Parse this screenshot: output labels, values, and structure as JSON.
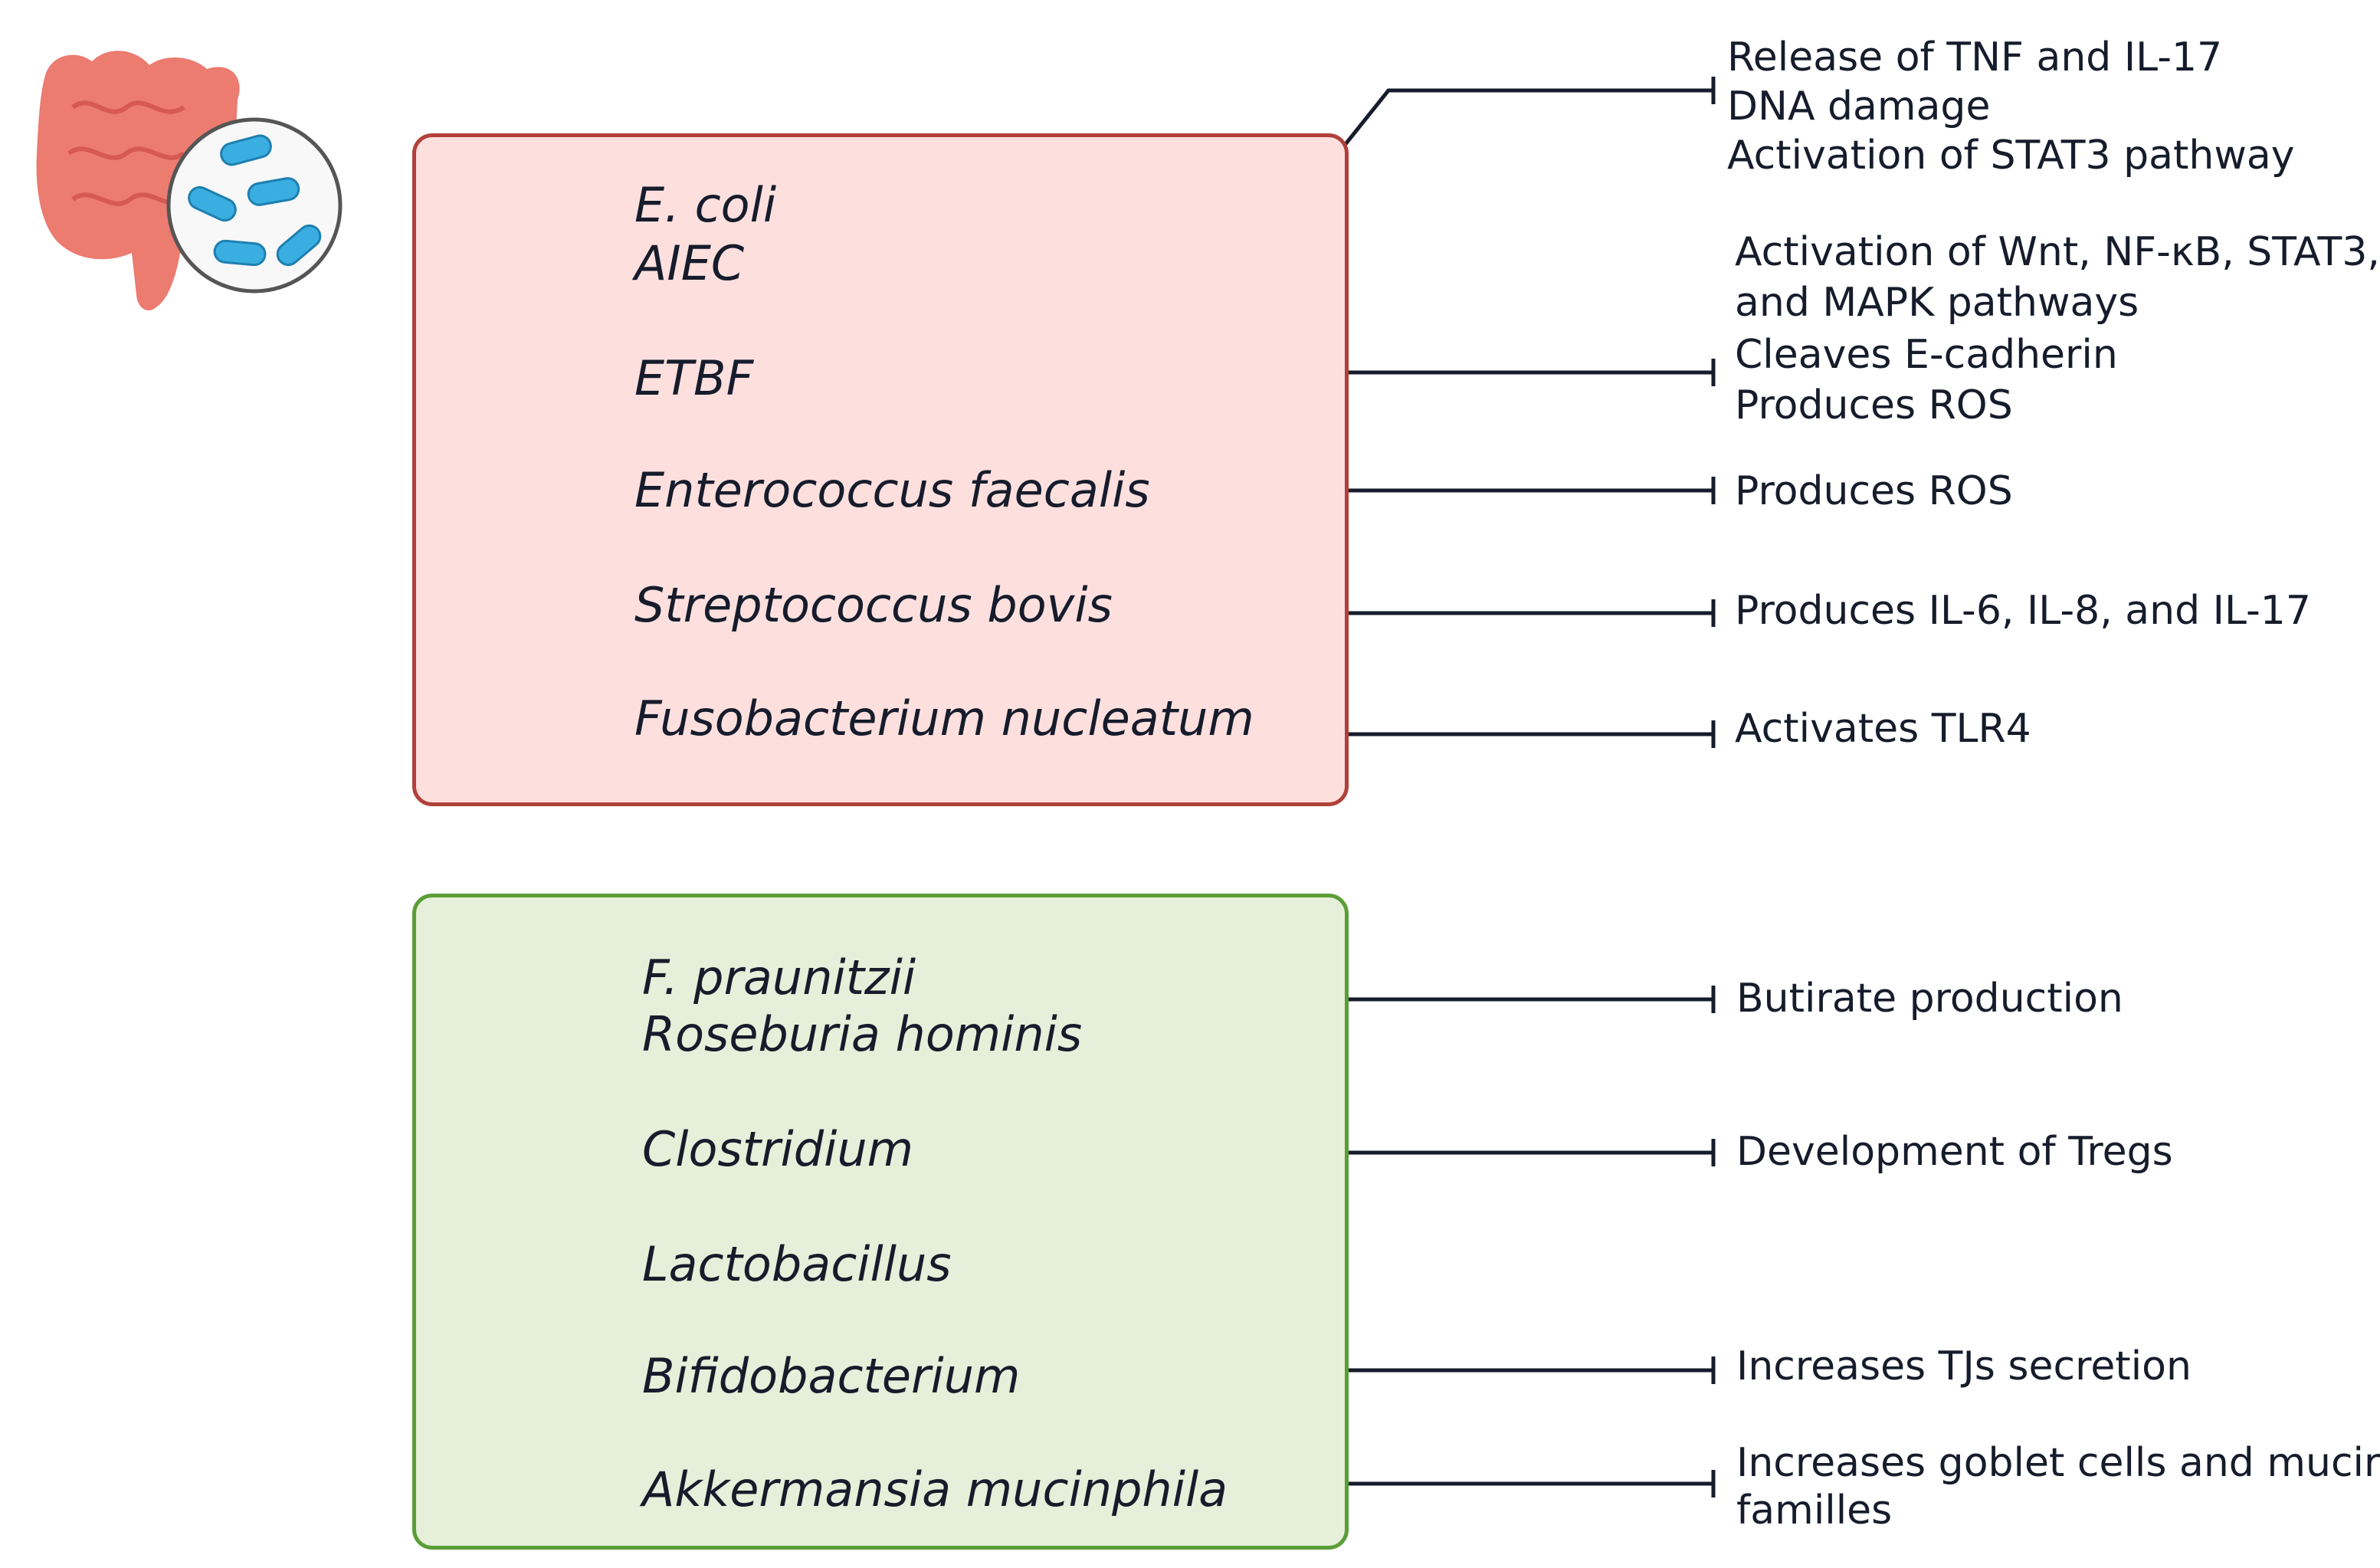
{
  "increased": {
    "direction": "up",
    "border_color": "#b0413a",
    "fill_color": "#fde0de",
    "items": [
      {
        "bacteria": [
          "E. coli",
          "AIEC"
        ],
        "effects": [
          "Release of TNF and IL-17",
          "DNA damage",
          "Activation of STAT3 pathway"
        ]
      },
      {
        "bacteria": [
          "ETBF"
        ],
        "effects": [
          "Activation of Wnt, NF-κB, STAT3,",
          "and MAPK pathways",
          "Cleaves E-cadherin",
          "Produces ROS"
        ]
      },
      {
        "bacteria": [
          "Enterococcus faecalis"
        ],
        "effects": [
          "Produces ROS"
        ]
      },
      {
        "bacteria": [
          "Streptococcus bovis"
        ],
        "effects": [
          "Produces IL-6, IL-8, and IL-17"
        ]
      },
      {
        "bacteria": [
          "Fusobacterium nucleatum"
        ],
        "effects": [
          "Activates TLR4"
        ]
      }
    ]
  },
  "decreased": {
    "direction": "down",
    "border_color": "#5a9e36",
    "fill_color": "#e6efd9",
    "items": [
      {
        "bacteria": [
          "F. praunitzii",
          "Roseburia hominis"
        ],
        "effects": [
          "Butirate production"
        ]
      },
      {
        "bacteria": [
          "Clostridium"
        ],
        "effects": [
          "Development of Tregs"
        ]
      },
      {
        "bacteria": [
          "Lactobacillus"
        ],
        "effects": []
      },
      {
        "bacteria": [
          "Bifidobacterium"
        ],
        "effects": [
          "Increases TJs secretion"
        ]
      },
      {
        "bacteria": [
          "Akkermansia mucinphila"
        ],
        "effects": [
          "Increases goblet cells and mucir",
          "familles"
        ]
      }
    ]
  },
  "icons": {
    "illustration": "intestine-with-bacteria-icon",
    "intestine_color": "#ec7b70",
    "bacteria_color": "#3aaee0"
  }
}
